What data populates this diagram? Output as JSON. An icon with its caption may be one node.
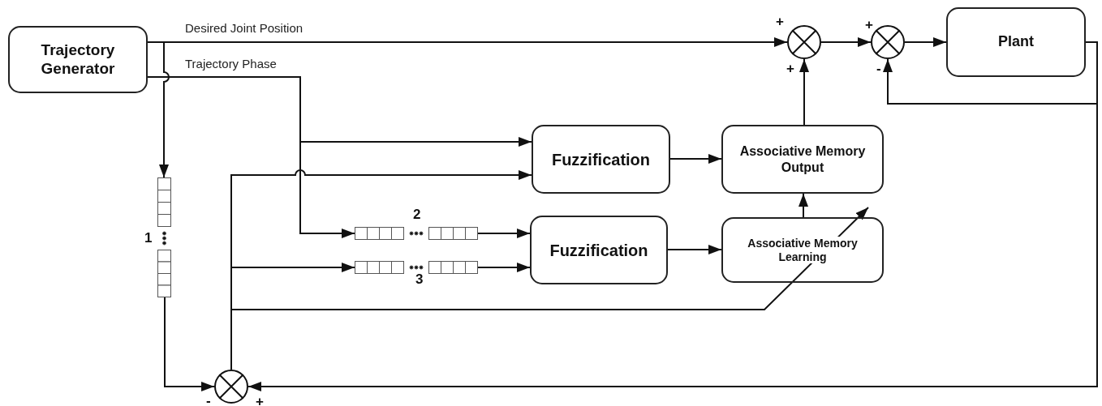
{
  "diagram": {
    "nodes": [
      {
        "text": [
          "Trajectory Generator"
        ]
      },
      {
        "text": [],
        "shape": "circle",
        "beside": [
          "+",
          "+"
        ]
      },
      {
        "text": [],
        "shape": "circle",
        "beside": [
          "+",
          "-"
        ]
      },
      {
        "text": [
          "Plant"
        ]
      },
      {
        "text": [
          "Fuzzification"
        ]
      },
      {
        "text": [
          "Associative Memory Output"
        ]
      },
      {
        "text": [],
        "shape": "box",
        "beside": [
          "1"
        ]
      },
      {
        "text": [],
        "shape": "box",
        "beside": [
          "2"
        ]
      },
      {
        "text": [
          "Fuzzification"
        ]
      },
      {
        "text": [
          "Associative Memory Learning"
        ]
      },
      {
        "text": [],
        "shape": "box",
        "beside": [
          "3"
        ]
      },
      {
        "text": [],
        "shape": "circle",
        "beside": [
          "-",
          "+"
        ]
      }
    ],
    "edges": [
      {
        "from": 0,
        "to": 1,
        "arrow": "to",
        "label": "Desired Joint Position"
      },
      {
        "from": 0,
        "to": 4,
        "arrow": "to",
        "label": "Trajectory Phase"
      },
      {
        "from": 0,
        "to": 7,
        "arrow": "to"
      },
      {
        "from": 0,
        "to": 6,
        "arrow": "to"
      },
      {
        "from": 6,
        "to": 11,
        "arrow": "to"
      },
      {
        "from": 3,
        "to": 11,
        "arrow": "to"
      },
      {
        "from": 3,
        "to": 2,
        "arrow": "to"
      },
      {
        "from": 11,
        "to": 4,
        "arrow": "to"
      },
      {
        "from": 11,
        "to": 10,
        "arrow": "to"
      },
      {
        "from": 11,
        "to": 9,
        "arrow": "to"
      },
      {
        "from": 7,
        "to": 8,
        "arrow": "to"
      },
      {
        "from": 10,
        "to": 8,
        "arrow": "to"
      },
      {
        "from": 4,
        "to": 5,
        "arrow": "to"
      },
      {
        "from": 8,
        "to": 9,
        "arrow": "to"
      },
      {
        "from": 9,
        "to": 5,
        "arrow": "to"
      },
      {
        "from": 5,
        "to": 1,
        "arrow": "to"
      },
      {
        "from": 1,
        "to": 2,
        "arrow": "to"
      },
      {
        "from": 2,
        "to": 3,
        "arrow": "to"
      }
    ]
  }
}
